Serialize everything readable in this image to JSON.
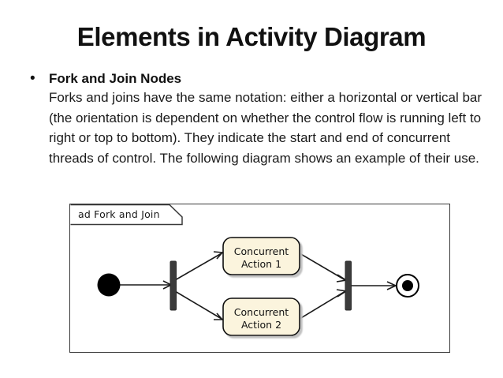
{
  "slide": {
    "title": "Elements in Activity Diagram",
    "bullet_marker": "•",
    "heading": "Fork and Join Nodes",
    "paragraph": "Forks and joins have the same notation: either a horizontal or vertical bar (the orientation is dependent on whether the control flow is running left to right or top to bottom). They indicate the start and end of concurrent threads of control. The following diagram shows an example of their use."
  },
  "diagram": {
    "frame_label": "ad Fork and Join",
    "nodes": {
      "initial": {
        "type": "initial-node",
        "label": ""
      },
      "fork": {
        "type": "fork-bar",
        "label": ""
      },
      "action1": {
        "type": "action",
        "line1": "Concurrent",
        "line2": "Action 1"
      },
      "action2": {
        "type": "action",
        "line1": "Concurrent",
        "line2": "Action 2"
      },
      "join": {
        "type": "join-bar",
        "label": ""
      },
      "final": {
        "type": "final-node",
        "label": ""
      }
    },
    "colors": {
      "frame_border": "#3a3a3a",
      "action_fill": "#fbf4dd",
      "action_border": "#0d0d0d",
      "bar_fill": "#3b3b3b",
      "node_fill": "#000000",
      "flow_line": "#1a1a1a",
      "shadow": "#c9c9c9"
    }
  }
}
